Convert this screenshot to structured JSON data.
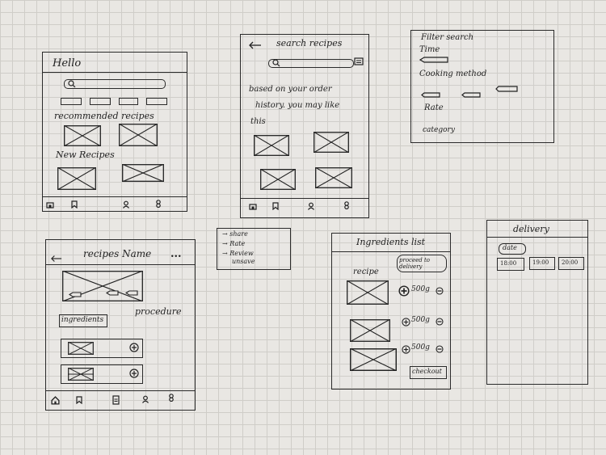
{
  "screen1": {
    "title": "Hello",
    "recommended_label": "recommended recipes",
    "new_label": "New Recipes"
  },
  "screen2": {
    "title": "search recipes",
    "body_line1": "based on your order",
    "body_line2": "history. you may like",
    "body_line3": "this"
  },
  "filter": {
    "title": "Filter search",
    "time": "Time",
    "cooking_method": "Cooking method",
    "rate": "Rate",
    "category": "category"
  },
  "recipe": {
    "title": "recipes Name",
    "more": "...",
    "tab_ingredients": "ingredients",
    "tab_procedure": "procedure"
  },
  "menu": {
    "items": [
      "share",
      "Rate",
      "Review",
      "unsave"
    ]
  },
  "ingredients": {
    "title": "Ingredients list",
    "proceed": "proceed to delivery",
    "recipe_label": "recipe",
    "qty": [
      "500g",
      "500g",
      "500g"
    ],
    "checkout": "checkout"
  },
  "delivery": {
    "title": "delivery",
    "date": "date",
    "times": [
      "18:00",
      "19:00",
      "20:00"
    ]
  }
}
